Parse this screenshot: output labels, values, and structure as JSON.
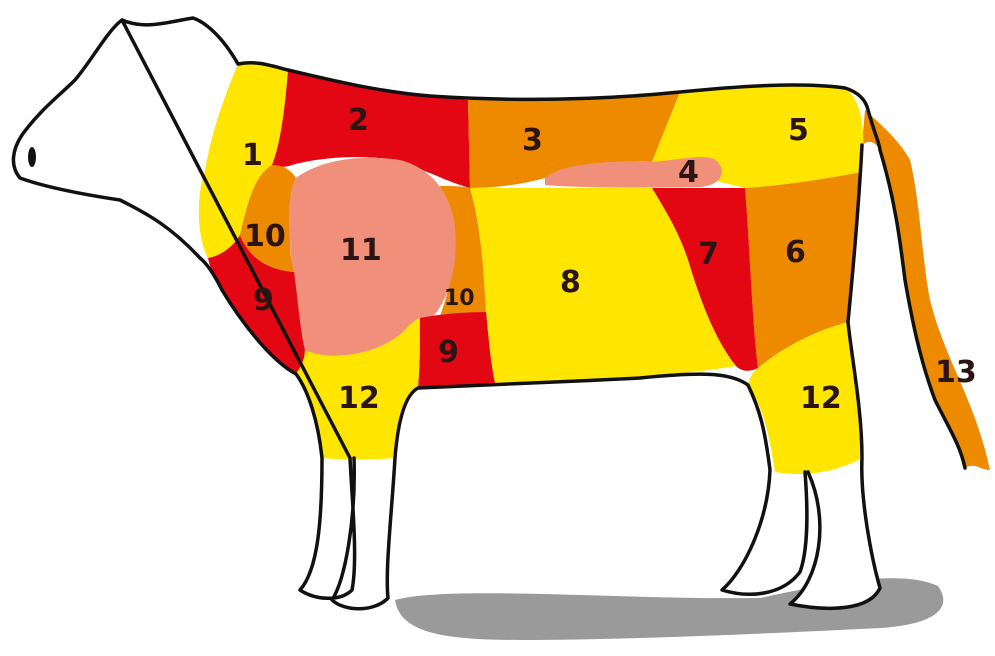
{
  "colors": {
    "yellow": "#ffe600",
    "orange": "#ee8a00",
    "red": "#e30613",
    "salmon": "#f0907a",
    "outline": "#111111",
    "shadow": "#9a9a9a"
  },
  "regions": [
    {
      "id": "r1",
      "label": "1",
      "color": "yellow"
    },
    {
      "id": "r2",
      "label": "2",
      "color": "red"
    },
    {
      "id": "r3",
      "label": "3",
      "color": "orange"
    },
    {
      "id": "r4",
      "label": "4",
      "color": "salmon"
    },
    {
      "id": "r5",
      "label": "5",
      "color": "yellow"
    },
    {
      "id": "r6",
      "label": "6",
      "color": "orange"
    },
    {
      "id": "r7",
      "label": "7",
      "color": "red"
    },
    {
      "id": "r8",
      "label": "8",
      "color": "yellow"
    },
    {
      "id": "r9a",
      "label": "9",
      "color": "red"
    },
    {
      "id": "r9b",
      "label": "9",
      "color": "red"
    },
    {
      "id": "r10a",
      "label": "10",
      "color": "orange"
    },
    {
      "id": "r10b",
      "label": "10",
      "color": "orange"
    },
    {
      "id": "r11",
      "label": "11",
      "color": "salmon"
    },
    {
      "id": "r12a",
      "label": "12",
      "color": "yellow"
    },
    {
      "id": "r12b",
      "label": "12",
      "color": "yellow"
    },
    {
      "id": "r13",
      "label": "13",
      "color": "orange"
    }
  ]
}
